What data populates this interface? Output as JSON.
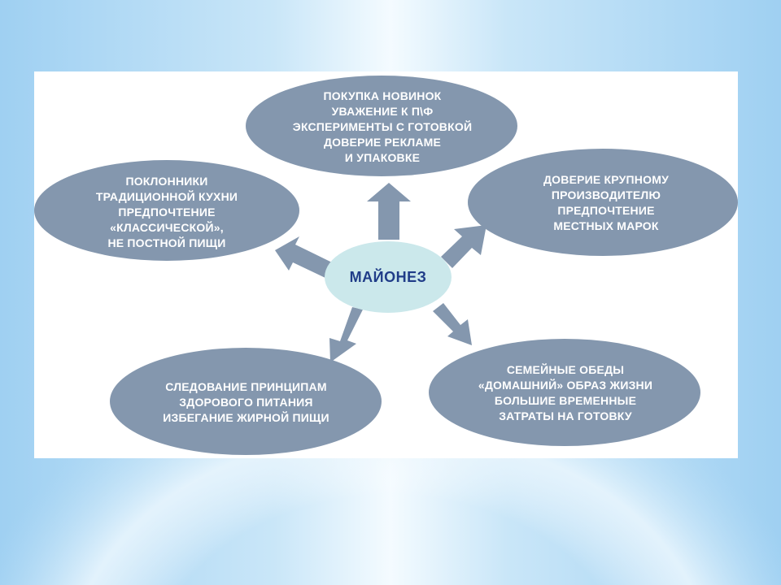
{
  "colors": {
    "node_fill": "#8497ae",
    "center_fill": "#cbe8eb",
    "arrow_fill": "#8497ae",
    "center_text": "#1f3c88"
  },
  "diagram": {
    "center": {
      "label": "МАЙОНЕЗ"
    },
    "nodes": [
      {
        "lines": [
          "ПОКУПКА НОВИНОК",
          "УВАЖЕНИЕ К П\\Ф",
          "ЭКСПЕРИМЕНТЫ С ГОТОВКОЙ",
          "ДОВЕРИЕ РЕКЛАМЕ",
          "И УПАКОВКЕ"
        ]
      },
      {
        "lines": [
          "ПОКЛОННИКИ",
          "ТРАДИЦИОННОЙ КУХНИ",
          "ПРЕДПОЧТЕНИЕ",
          "«КЛАССИЧЕСКОЙ»,",
          "НЕ ПОСТНОЙ ПИЩИ"
        ]
      },
      {
        "lines": [
          "ДОВЕРИЕ КРУПНОМУ",
          "ПРОИЗВОДИТЕЛЮ",
          "ПРЕДПОЧТЕНИЕ",
          "МЕСТНЫХ МАРОК"
        ]
      },
      {
        "lines": [
          "СЛЕДОВАНИЕ ПРИНЦИПАМ",
          "ЗДОРОВОГО ПИТАНИЯ",
          "ИЗБЕГАНИЕ ЖИРНОЙ ПИЩИ"
        ]
      },
      {
        "lines": [
          "СЕМЕЙНЫЕ ОБЕДЫ",
          "«ДОМАШНИЙ» ОБРАЗ ЖИЗНИ",
          "БОЛЬШИЕ ВРЕМЕННЫЕ",
          "ЗАТРАТЫ НА ГОТОВКУ"
        ]
      }
    ]
  }
}
